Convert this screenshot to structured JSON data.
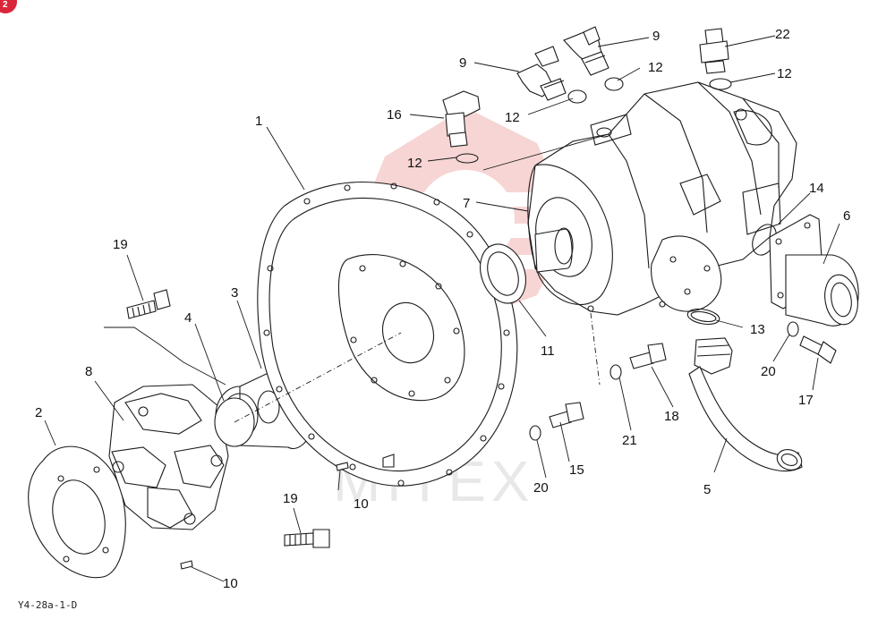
{
  "diagram": {
    "doc_code": "Y4-28a-1-D",
    "page_badge": "2",
    "watermark": "MITEX",
    "colors": {
      "ink": "#1a1a1a",
      "watermark": "#f2b3b3",
      "badge": "#d9263a"
    },
    "callouts": [
      "1",
      "2",
      "3",
      "4",
      "5",
      "6",
      "7",
      "8",
      "9",
      "9",
      "10",
      "10",
      "11",
      "12",
      "12",
      "12",
      "12",
      "13",
      "14",
      "15",
      "16",
      "17",
      "18",
      "19",
      "19",
      "20",
      "20",
      "21",
      "22"
    ]
  }
}
